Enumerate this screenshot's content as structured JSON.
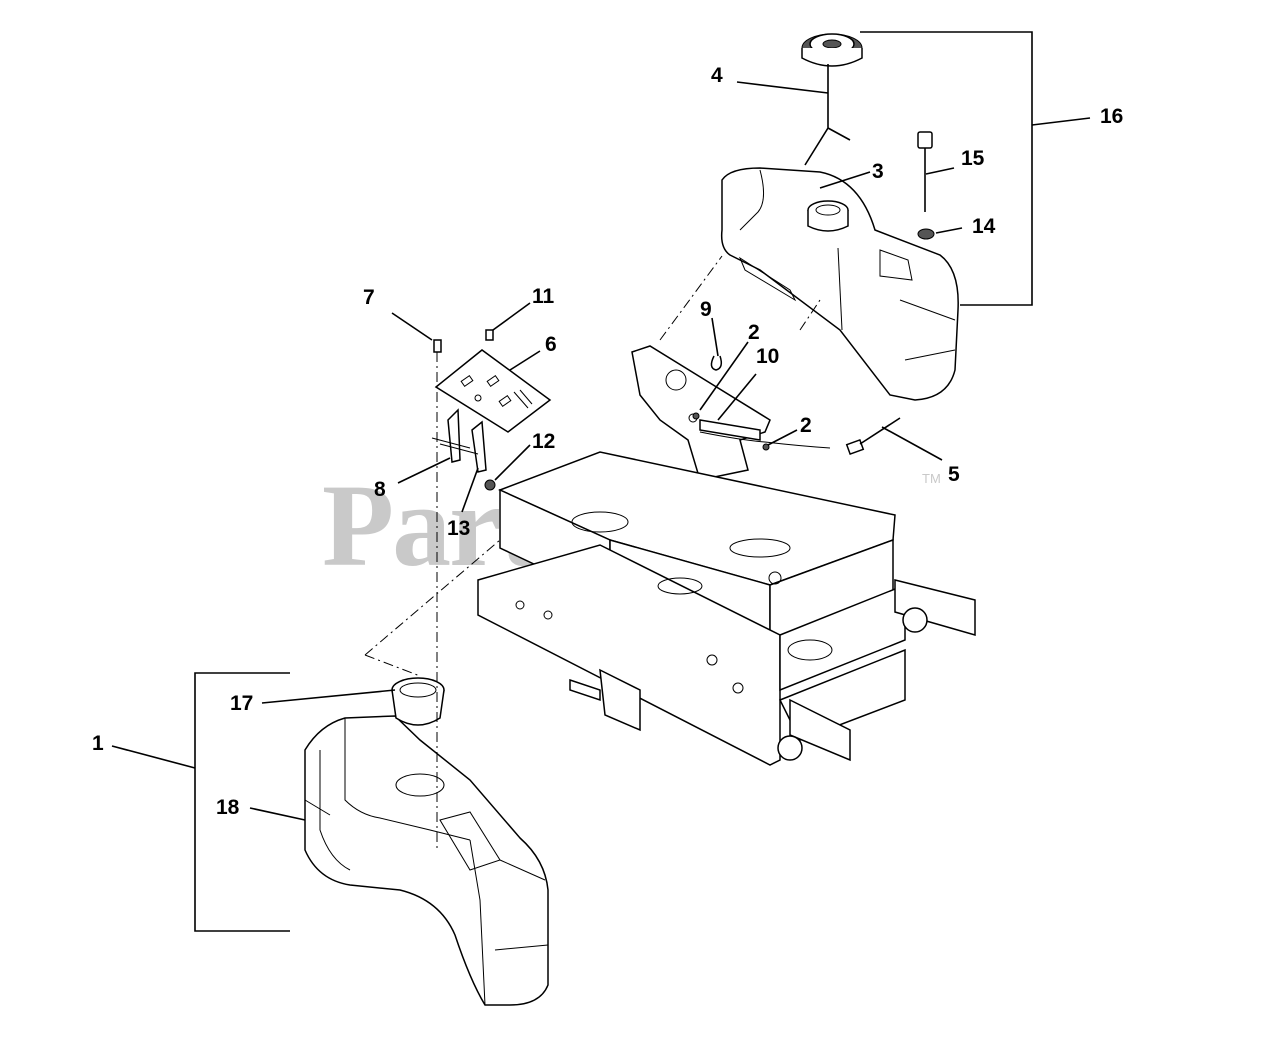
{
  "watermark": {
    "text": "PartsTree",
    "trademark": "TM"
  },
  "callouts": {
    "c1": "1",
    "c2a": "2",
    "c2b": "2",
    "c3": "3",
    "c4": "4",
    "c5": "5",
    "c6": "6",
    "c7": "7",
    "c8": "8",
    "c9": "9",
    "c10": "10",
    "c11": "11",
    "c12": "12",
    "c13": "13",
    "c14": "14",
    "c15": "15",
    "c16": "16",
    "c17": "17",
    "c18": "18"
  }
}
